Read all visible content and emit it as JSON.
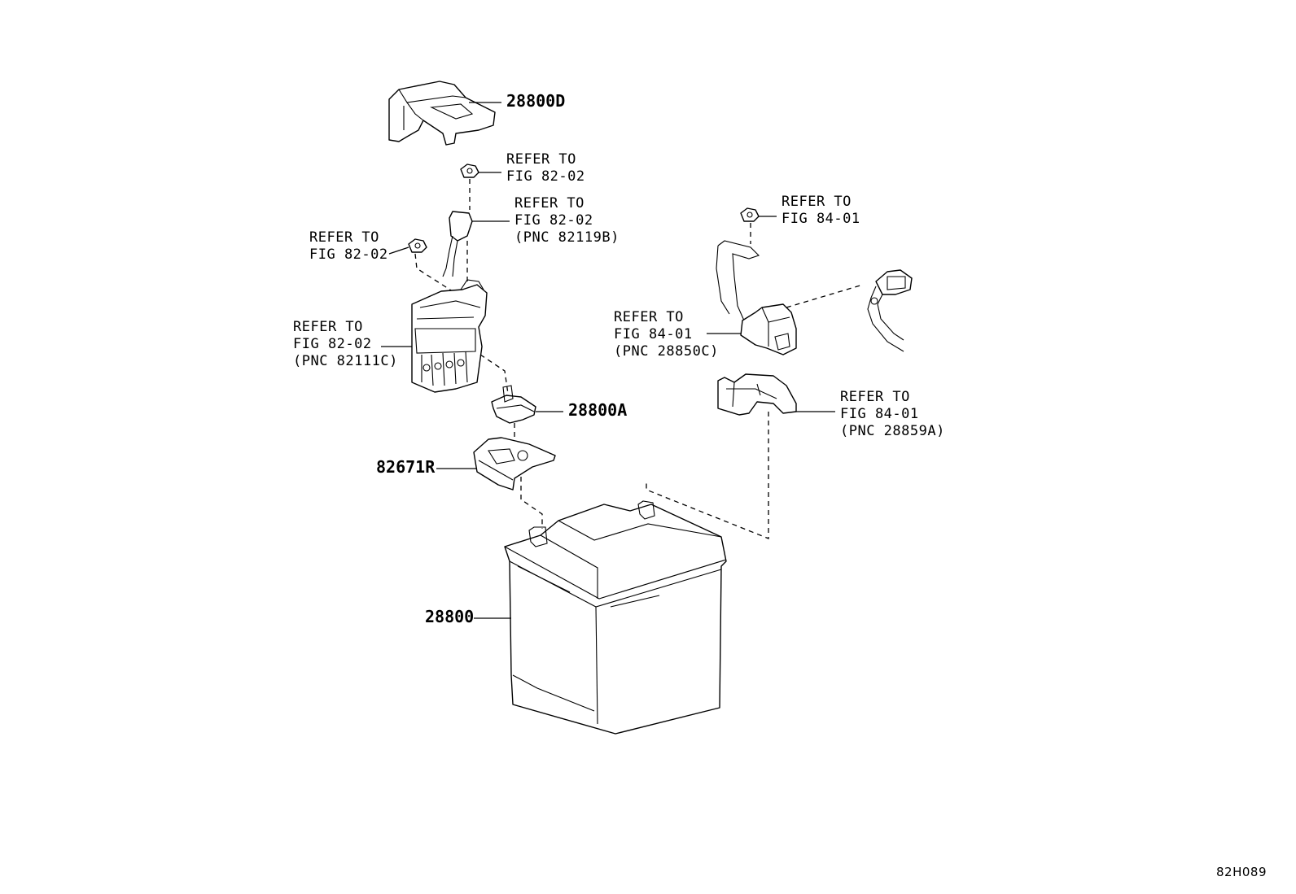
{
  "labels": {
    "p28800D": "28800D",
    "nut_top": {
      "l1": "REFER TO",
      "l2": "FIG 82-02"
    },
    "clamp": {
      "l1": "REFER TO",
      "l2": "FIG 82-02",
      "l3": "(PNC 82119B)"
    },
    "nut_left": {
      "l1": "REFER TO",
      "l2": "FIG 82-02"
    },
    "fusebox": {
      "l1": "REFER TO",
      "l2": "FIG 82-02",
      "l3": "(PNC 82111C)"
    },
    "p28800A": "28800A",
    "p82671R": "82671R",
    "p28800": "28800",
    "nut_right": {
      "l1": "REFER TO",
      "l2": "FIG 84-01"
    },
    "sensor": {
      "l1": "REFER TO",
      "l2": "FIG 84-01",
      "l3": "(PNC 28850C)"
    },
    "bracket": {
      "l1": "REFER TO",
      "l2": "FIG 84-01",
      "l3": "(PNC 28859A)"
    },
    "figure_code": "82H089"
  }
}
